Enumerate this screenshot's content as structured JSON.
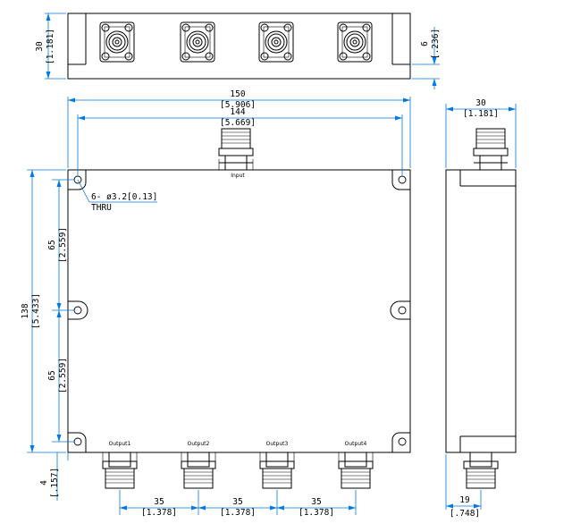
{
  "top_view": {
    "height_mm": "30",
    "height_in": "[1.181]",
    "flange_mm": "6",
    "flange_in": "[.236]"
  },
  "front_view": {
    "width_mm": "150",
    "width_in": "[5.906]",
    "hole_span_mm": "144",
    "hole_span_in": "[5.669]",
    "height_mm": "138",
    "height_in": "[5.433]",
    "upper_pitch_mm": "65",
    "upper_pitch_in": "[2.559]",
    "lower_pitch_mm": "65",
    "lower_pitch_in": "[2.559]",
    "offset_mm": "4",
    "offset_in": "[.157]",
    "hole_note_line1": "6- ø3.2[0.13]",
    "hole_note_line2": "THRU",
    "input_label": "Input",
    "outputs": [
      {
        "label": "Output1"
      },
      {
        "label": "Output2"
      },
      {
        "label": "Output3"
      },
      {
        "label": "Output4"
      }
    ],
    "pitches": [
      {
        "mm": "35",
        "in": "[1.378]"
      },
      {
        "mm": "35",
        "in": "[1.378]"
      },
      {
        "mm": "35",
        "in": "[1.378]"
      }
    ]
  },
  "side_view": {
    "width_mm": "30",
    "width_in": "[1.181]",
    "connector_offset_mm": "19",
    "connector_offset_in": "[.748]"
  },
  "colors": {
    "line": "#000000",
    "dimension": "#0078e6"
  }
}
